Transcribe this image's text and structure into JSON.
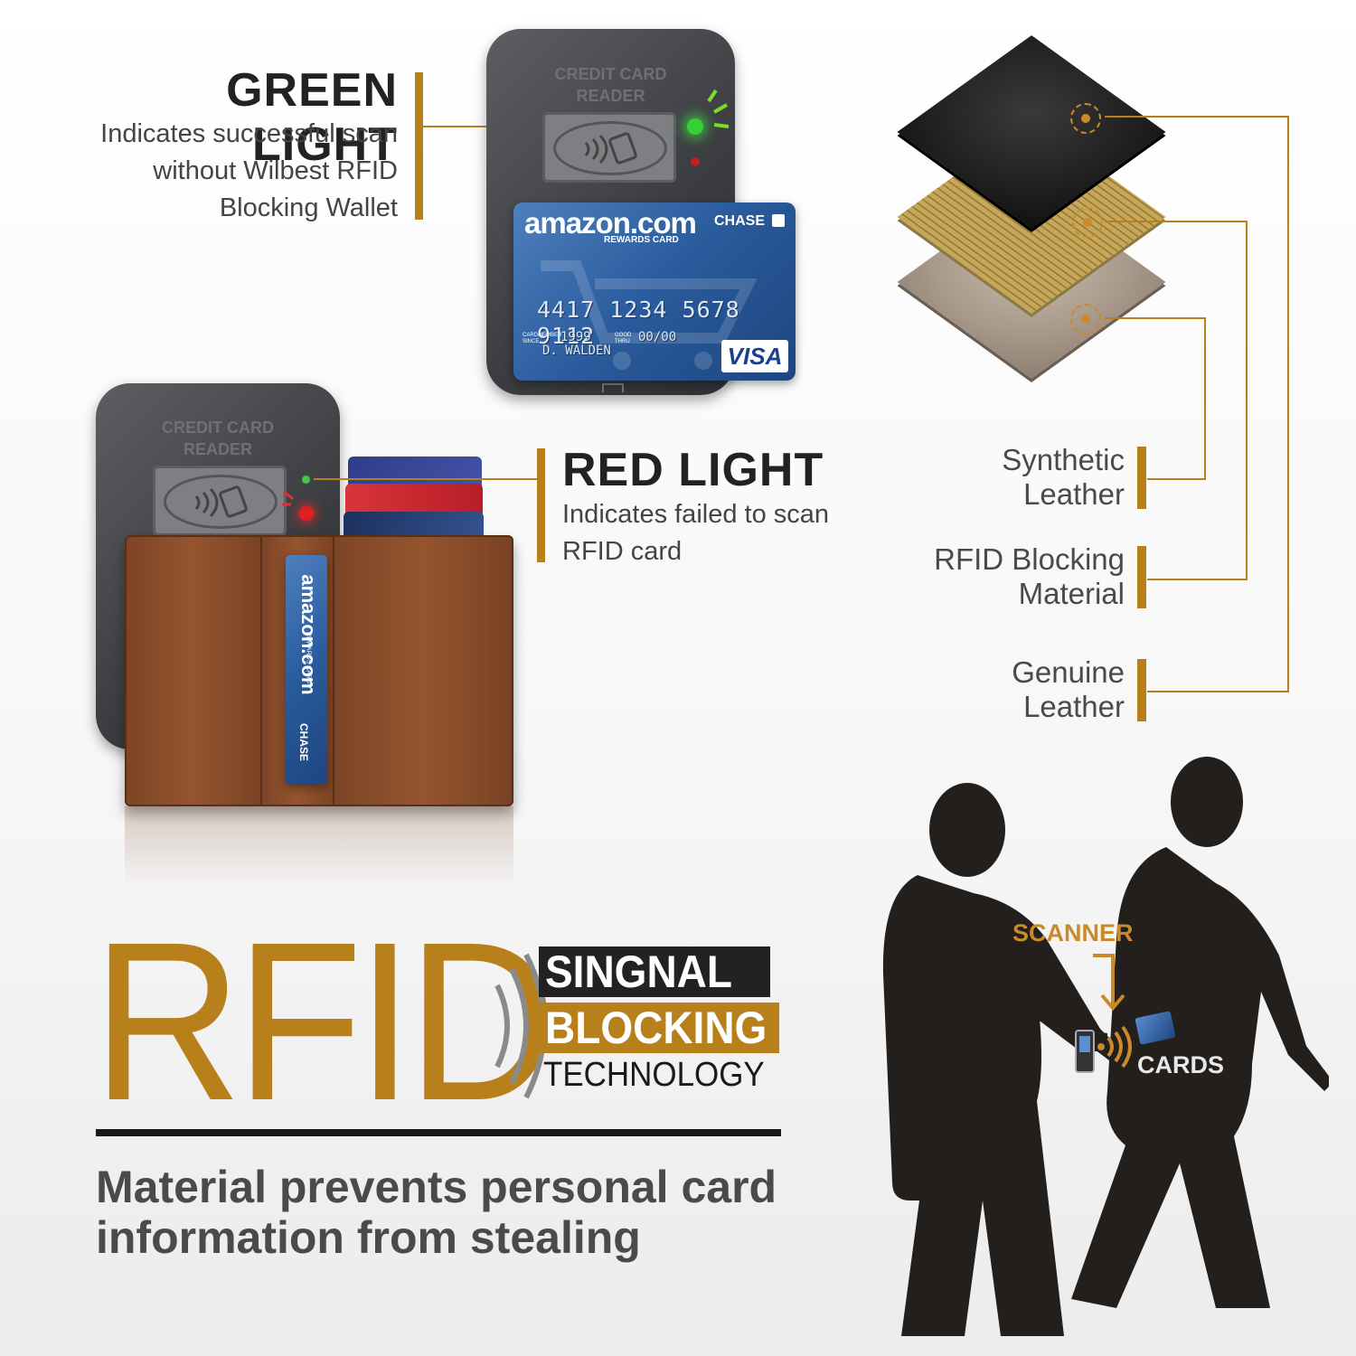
{
  "green_light": {
    "heading": "GREEN LIGHT",
    "line1": "Indicates successful scan",
    "line2": "without Wilbest RFID",
    "line3": "Blocking Wallet"
  },
  "red_light": {
    "heading": "RED LIGHT",
    "line1": "Indicates failed to scan",
    "line2": "RFID card"
  },
  "reader": {
    "title_line1": "CREDIT CARD",
    "title_line2": "READER"
  },
  "card": {
    "brand": "amazon.com",
    "sub": "REWARDS CARD",
    "bank": "CHASE",
    "number": "4417 1234 5678 9112",
    "member_since_label": "CARDMEMBER SINCE",
    "member_since": "1999",
    "good_thru_label": "GOOD THRU",
    "good_thru": "00/00",
    "holder": "D. WALDEN",
    "network": "VISA"
  },
  "wallet_card": {
    "brand": "amazon.com",
    "sub": "REWARDS CARD",
    "bank": "CHASE"
  },
  "layers": [
    {
      "label_line1": "Synthetic",
      "label_line2": "Leather"
    },
    {
      "label_line1": "RFID Blocking",
      "label_line2": "Material"
    },
    {
      "label_line1": "Genuine",
      "label_line2": "Leather"
    }
  ],
  "rfid_block": {
    "big": "RFID",
    "word1": "SINGNAL",
    "word2": "BLOCKING",
    "word3": "TECHNOLOGY",
    "tagline_line1": "Material prevents personal card",
    "tagline_line2": "information from stealing"
  },
  "scene": {
    "scanner_label": "SCANNER",
    "cards_label": "CARDS"
  },
  "colors": {
    "accent": "#b8801a",
    "dark": "#222222",
    "green_led": "#35d035",
    "red_led": "#e02020"
  }
}
